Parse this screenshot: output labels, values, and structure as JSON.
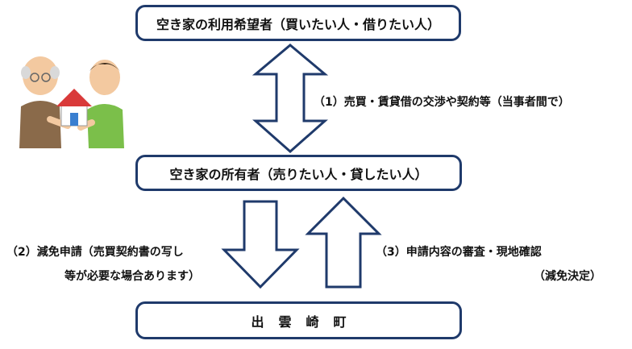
{
  "nodes": {
    "top": "空き家の利用希望者（買いたい人・借りたい人）",
    "middle": "空き家の所有者（売りたい人・貸したい人）",
    "bottom": "出雲崎町"
  },
  "labels": {
    "step1": "（1）売買・賃貸借の交渉や契約等（当事者間で）",
    "step2_line1": "（2）減免申請（売買契約書の写し",
    "step2_line2": "等が必要な場合あります）",
    "step3_line1": "（3）申請内容の審査・現地確認",
    "step3_line2": "（減免決定）"
  },
  "colors": {
    "box_border": "#1f3a6b",
    "arrow_stroke": "#1f3a6b",
    "arrow_fill": "#ffffff"
  }
}
